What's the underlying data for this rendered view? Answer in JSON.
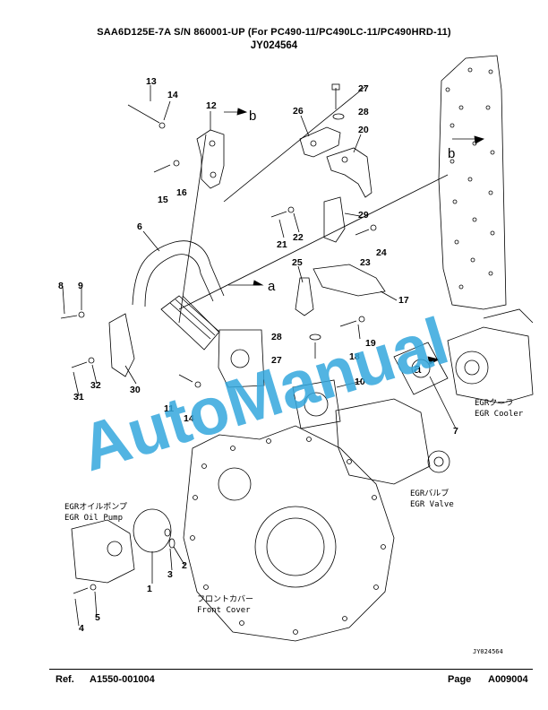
{
  "header": {
    "title": "SAA6D125E-7A S/N 860001-UP (For PC490-11/PC490LC-11/PC490HRD-11)",
    "figure_code": "JY024564"
  },
  "diagram": {
    "callouts": [
      "13",
      "14",
      "12",
      "b",
      "26",
      "27",
      "28",
      "20",
      "15",
      "16",
      "6",
      "21",
      "22",
      "29",
      "23",
      "24",
      "25",
      "a",
      "17",
      "8",
      "9",
      "28",
      "19",
      "27",
      "18",
      "10",
      "31",
      "32",
      "30",
      "11",
      "14",
      "7",
      "1",
      "3",
      "2",
      "4",
      "5",
      "b",
      "a"
    ],
    "labels": {
      "egr_cooler_jp": "EGRクーラ",
      "egr_cooler_en": "EGR Cooler",
      "egr_valve_jp": "EGRバルブ",
      "egr_valve_en": "EGR Valve",
      "egr_oil_pump_jp": "EGRオイルポンプ",
      "egr_oil_pump_en": "EGR Oil Pump",
      "front_cover_jp": "フロントカバー",
      "front_cover_en": "Front Cover"
    },
    "drawing_code": "JY024564",
    "watermark": "AutoManual"
  },
  "footer": {
    "ref_label": "Ref.",
    "ref_value": "A1550-001004",
    "page_label": "Page",
    "page_value": "A009004"
  }
}
